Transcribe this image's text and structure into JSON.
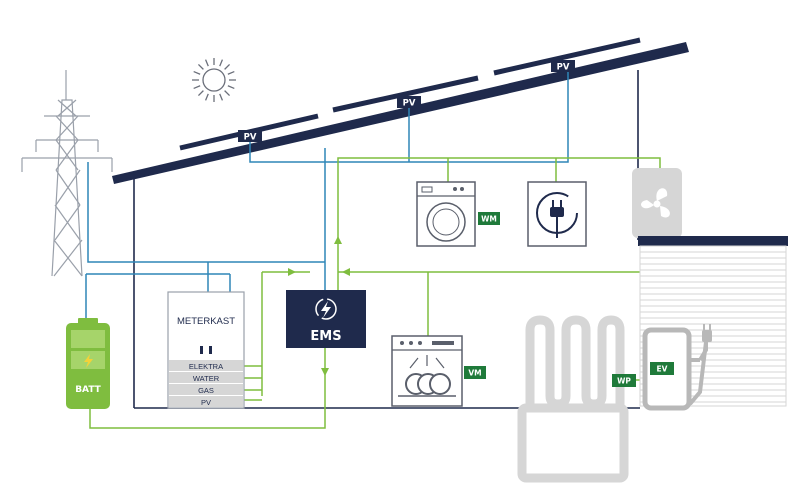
{
  "colors": {
    "navy": "#1f2a4c",
    "grey": "#d6d6d6",
    "greyDark": "#b8b8b8",
    "green": "#7fbd3f",
    "greenDark": "#1f7a3a",
    "blue": "#2f86b7",
    "outline": "#6b6f7a"
  },
  "solar_panels": [
    {
      "label": "PV"
    },
    {
      "label": "PV"
    },
    {
      "label": "PV"
    }
  ],
  "ems": {
    "label": "EMS",
    "icon": "lightning-icon"
  },
  "meter": {
    "title": "METERKAST",
    "rows": [
      "ELEKTRA",
      "WATER",
      "GAS",
      "PV"
    ]
  },
  "battery": {
    "label": "BATT",
    "icon": "lightning-icon"
  },
  "washing_machine": {
    "label": "WM"
  },
  "dishwasher": {
    "label": "VM"
  },
  "heat_pump": {
    "label": "WP"
  },
  "ev_charger": {
    "label": "EV"
  },
  "icons": [
    "sun-icon",
    "pylon-icon",
    "plug-icon",
    "fan-icon",
    "garage-door-icon"
  ]
}
